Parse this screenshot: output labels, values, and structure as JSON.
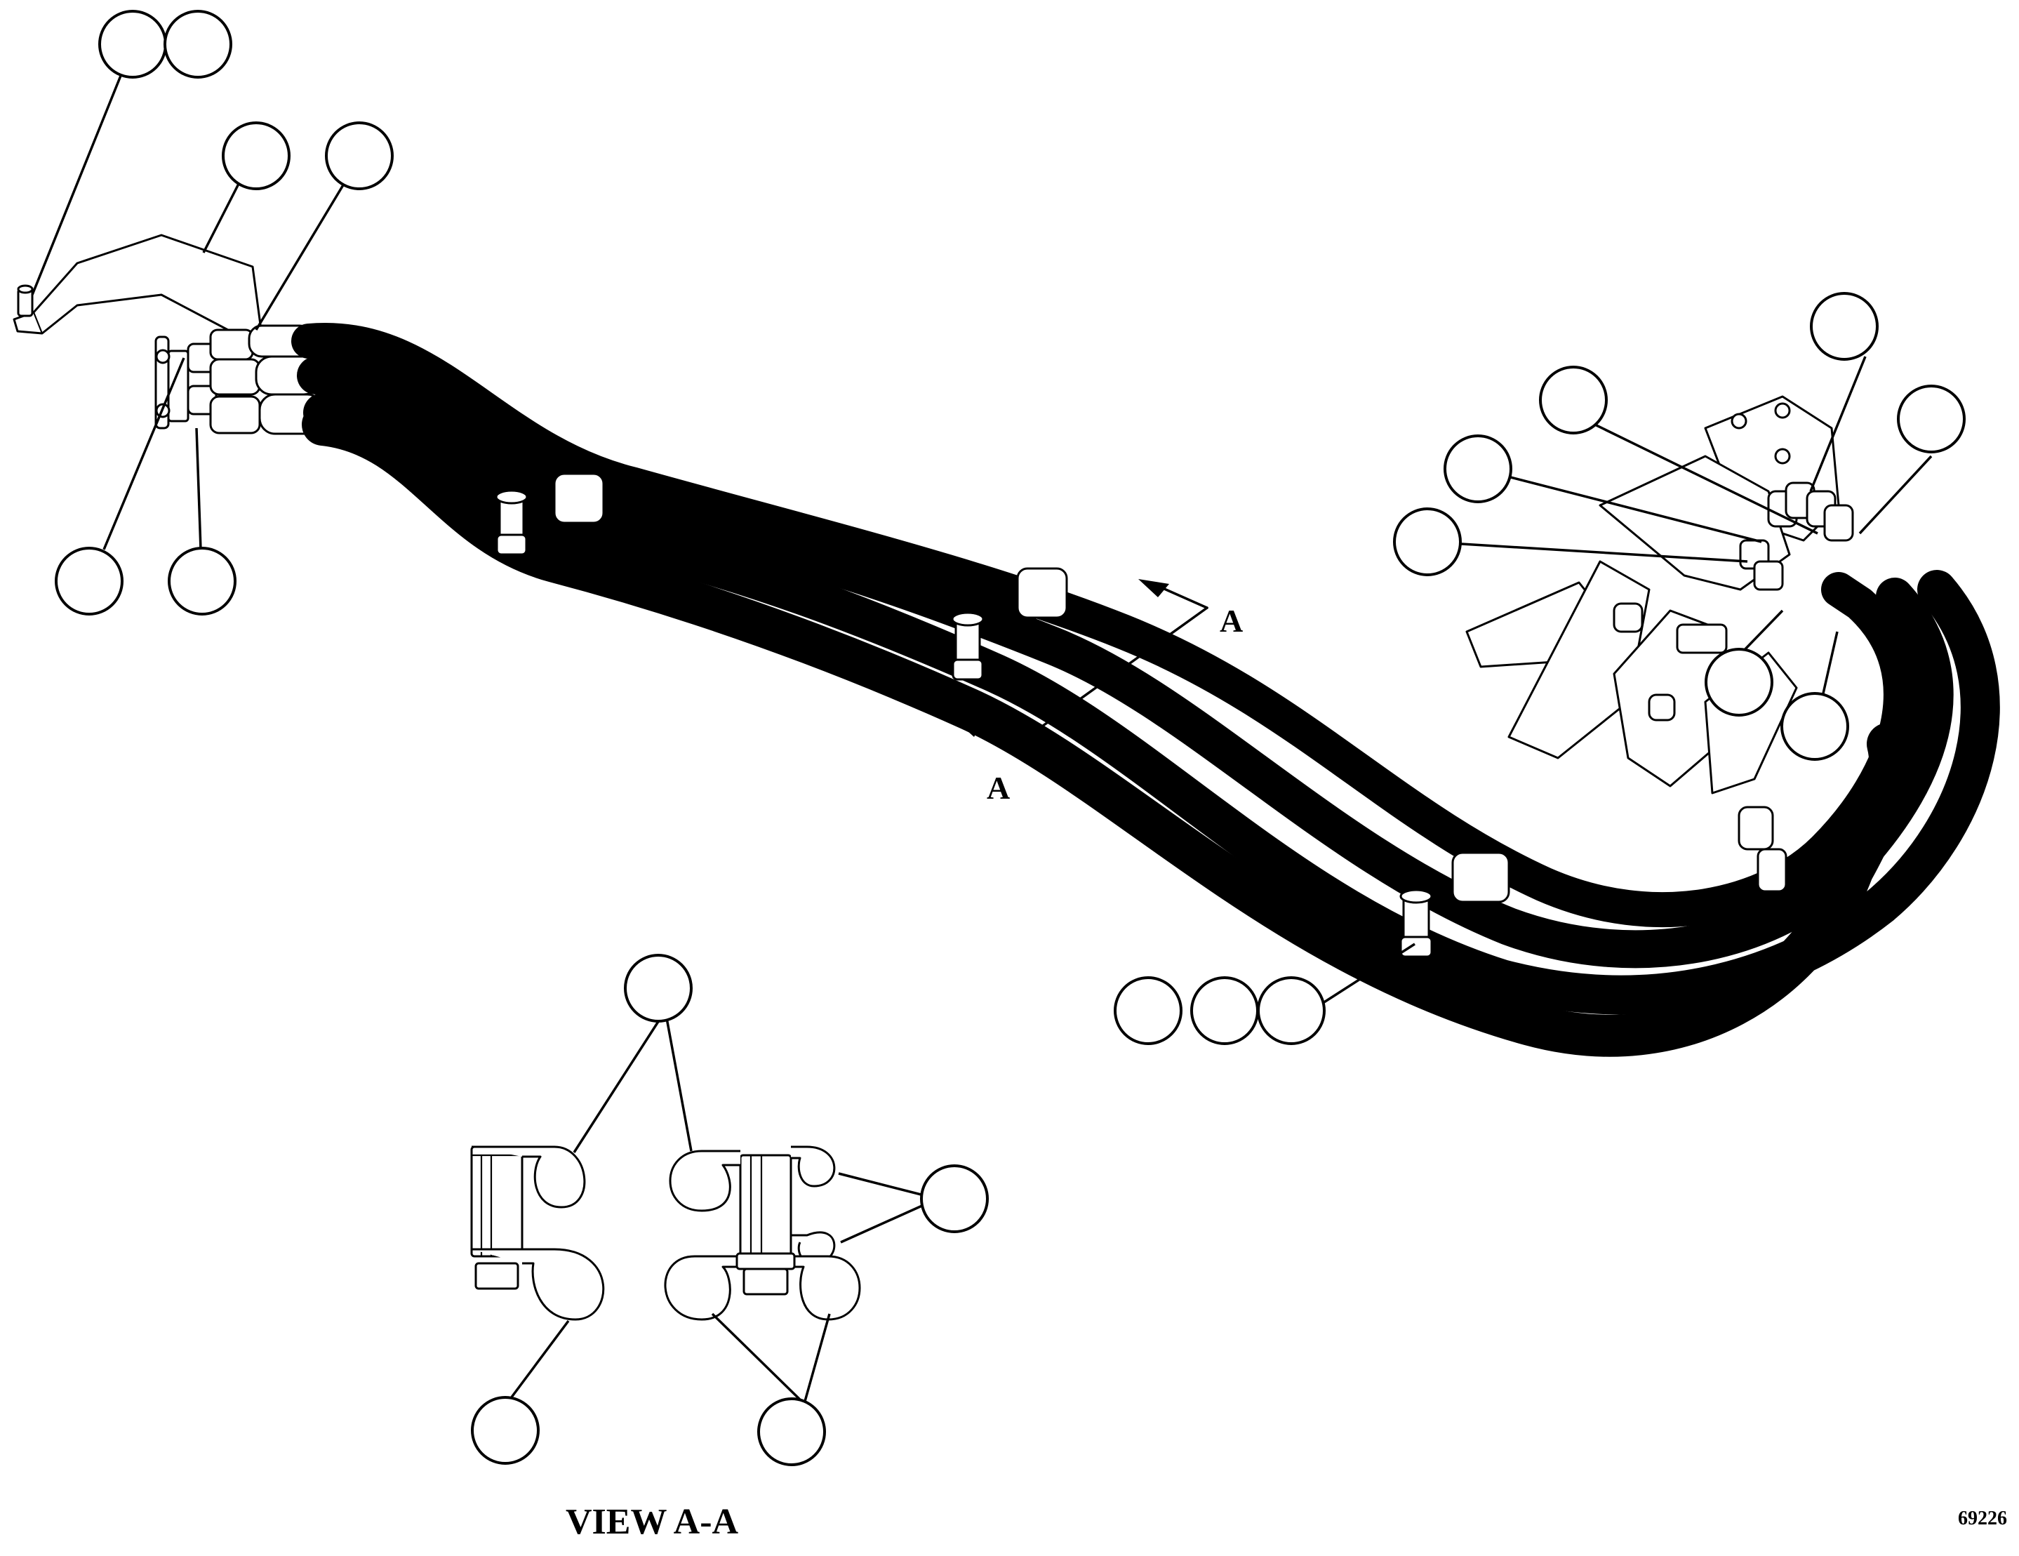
{
  "section_arrow_label_upper": "A",
  "section_arrow_label_lower": "A",
  "view_title": "VIEW A-A",
  "figure_number": "69226",
  "colors": {
    "line": "#000000",
    "background": "#ffffff"
  },
  "callout_count": 20
}
